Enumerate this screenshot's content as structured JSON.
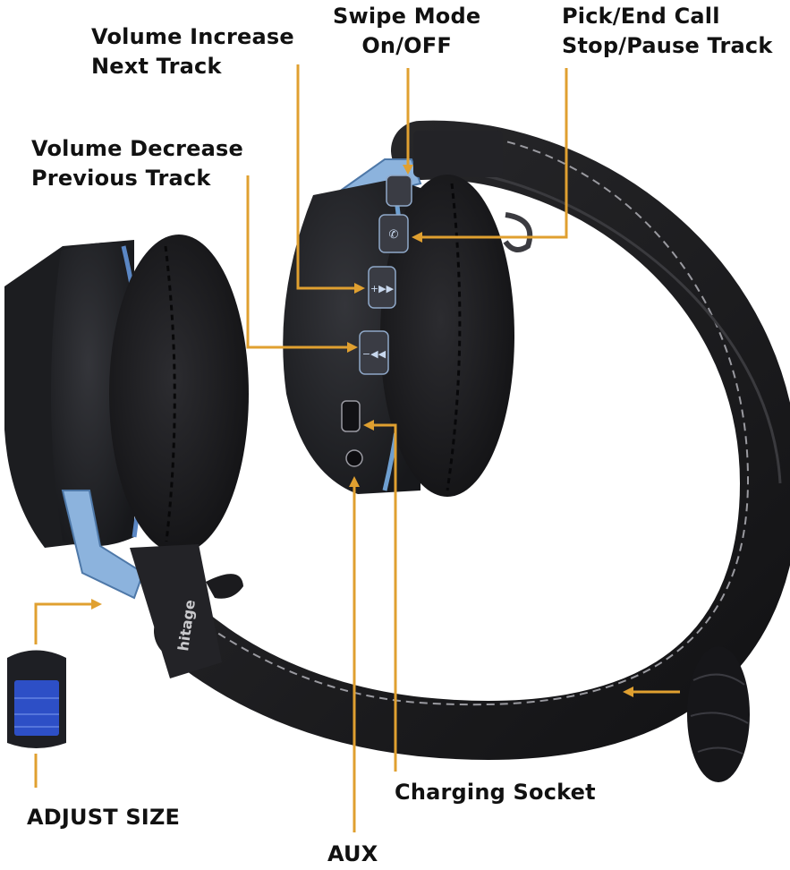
{
  "callouts": {
    "volume_increase": {
      "lines": [
        "Volume Increase",
        "Next Track"
      ]
    },
    "swipe_mode": {
      "lines": [
        "Swipe Mode",
        "On/OFF"
      ]
    },
    "pick_end_call": {
      "lines": [
        "Pick/End Call",
        "Stop/Pause Track"
      ]
    },
    "volume_decrease": {
      "lines": [
        "Volume Decrease",
        "Previous Track"
      ]
    },
    "adjust_size": {
      "text": "ADJUST SIZE"
    },
    "charging_socket": {
      "text": "Charging Socket"
    },
    "aux": {
      "text": "AUX"
    }
  },
  "colors": {
    "leader_line": "#e0a030",
    "leather": "#1b1b1d",
    "accent_blue": "#6e9fd0",
    "slider_blue": "#2d4fc6"
  },
  "product": {
    "brand_mark": "hitage"
  }
}
